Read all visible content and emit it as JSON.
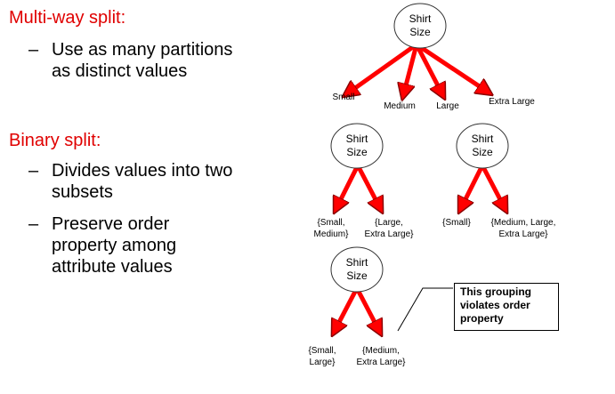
{
  "left_panel": {
    "multiway_heading": "Multi-way split:",
    "multiway_bullet": {
      "dash": "–",
      "line1": "Use as many partitions",
      "line2": "as distinct values"
    },
    "binary_heading": "Binary split:",
    "binary_bullets": [
      {
        "dash": "–",
        "line1": "Divides values into two",
        "line2": "subsets",
        "line3": ""
      },
      {
        "dash": "–",
        "line1": "Preserve order",
        "line2": "property among",
        "line3": "attribute values"
      }
    ]
  },
  "trees": {
    "multiway": {
      "node_line1": "Shirt",
      "node_line2": "Size",
      "leaves": [
        "Small",
        "Medium",
        "Large",
        "Extra Large"
      ]
    },
    "binary_a": {
      "node_line1": "Shirt",
      "node_line2": "Size",
      "leaves": [
        [
          "{Small,",
          "Medium}"
        ],
        [
          "{Large,",
          "Extra Large}"
        ]
      ]
    },
    "binary_b": {
      "node_line1": "Shirt",
      "node_line2": "Size",
      "leaves": [
        [
          "{Small}"
        ],
        [
          "{Medium, Large,",
          "Extra Large}"
        ]
      ]
    },
    "binary_c": {
      "node_line1": "Shirt",
      "node_line2": "Size",
      "leaves": [
        [
          "{Small,",
          "Large}"
        ],
        [
          "{Medium,",
          "Extra Large}"
        ]
      ]
    }
  },
  "callout": {
    "line1": "This grouping",
    "line2": "violates order",
    "line3": "property"
  },
  "colors": {
    "heading": "#e00000",
    "arrow_fill": "#ff0000",
    "arrow_stroke": "#8b0000"
  }
}
